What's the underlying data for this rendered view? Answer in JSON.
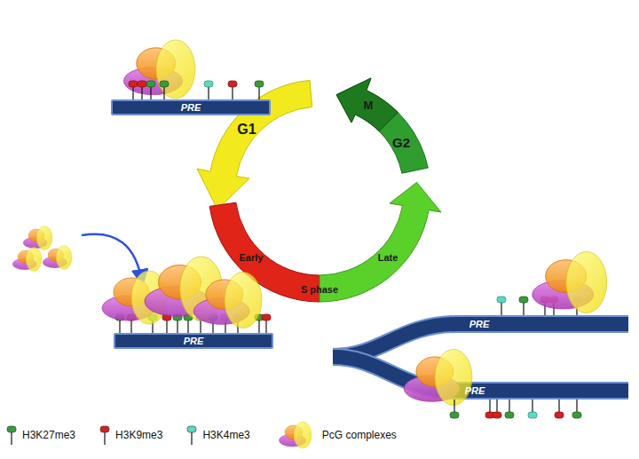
{
  "diagram": {
    "nodes": [
      {
        "text": [
          "PRE"
        ]
      },
      {
        "text": [
          "M"
        ]
      },
      {
        "text": [
          "G2"
        ]
      },
      {
        "text": [
          "G1"
        ]
      },
      {
        "text": [
          "Early"
        ]
      },
      {
        "text": [
          "Late"
        ]
      },
      {
        "text": [
          "PRE"
        ]
      },
      {
        "text": [
          "PRE"
        ]
      },
      {
        "text": [
          "PRE"
        ]
      }
    ],
    "labels": [
      "S phase"
    ],
    "legend": [
      {
        "text": "H3K27me3",
        "color": "#3a9a3a"
      },
      {
        "text": "H3K9me3",
        "color": "#d42020"
      },
      {
        "text": "H3K4me3",
        "color": "#5fd8c0"
      },
      {
        "text": "PcG complexes"
      }
    ]
  }
}
